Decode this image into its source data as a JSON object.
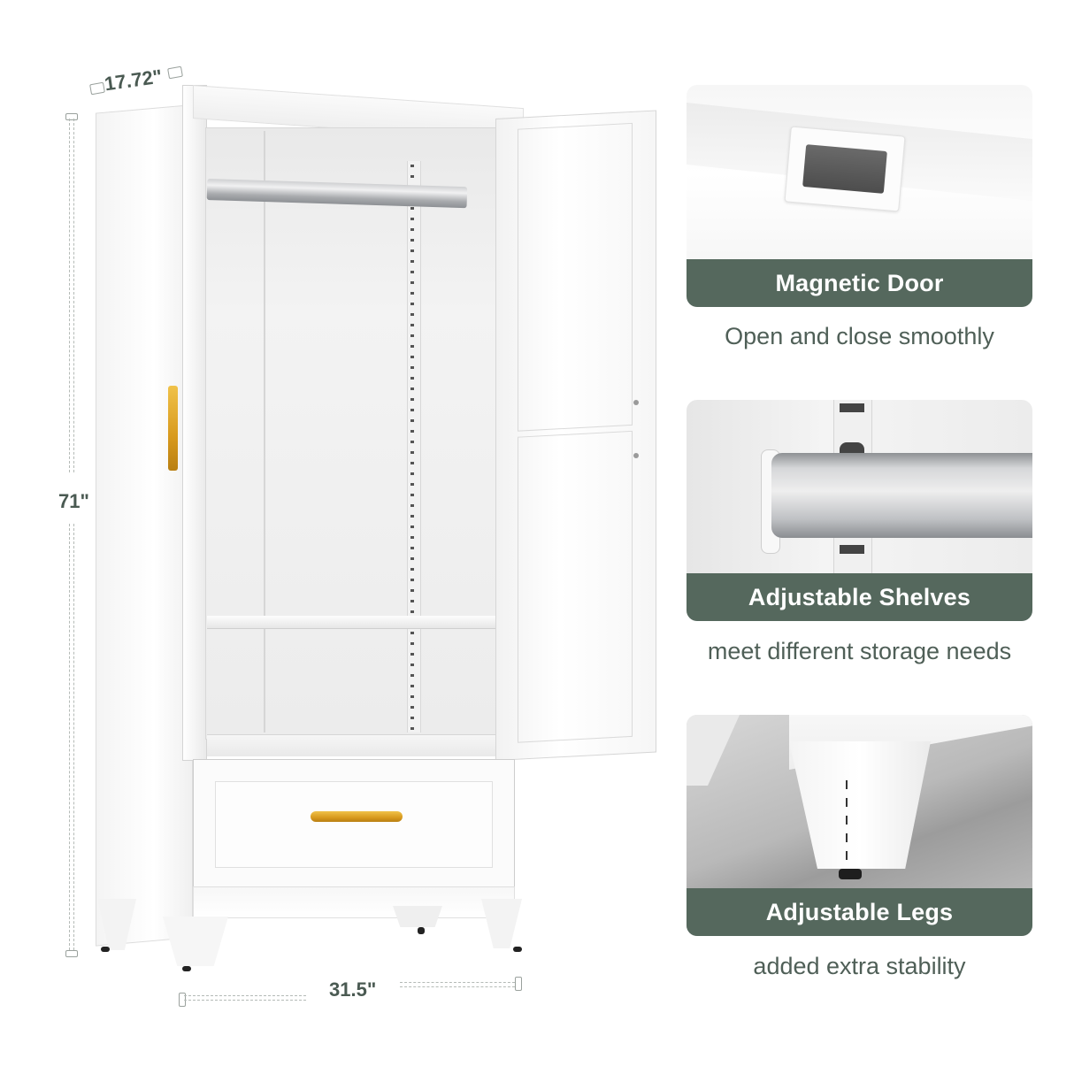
{
  "dimensions": {
    "depth": "17.72\"",
    "height": "71\"",
    "width": "31.5\""
  },
  "features": [
    {
      "title": "Magnetic Door",
      "caption": "Open and close smoothly",
      "icon": "magnetic-door-handle-photo"
    },
    {
      "title": "Adjustable Shelves",
      "caption": "meet different storage needs",
      "icon": "hanging-rod-photo"
    },
    {
      "title": "Adjustable Legs",
      "caption": "added extra stability",
      "icon": "leveling-leg-photo"
    }
  ],
  "colors": {
    "band": "#55685d",
    "text": "#4f5f57",
    "handle_gold": "#d89a1e"
  }
}
